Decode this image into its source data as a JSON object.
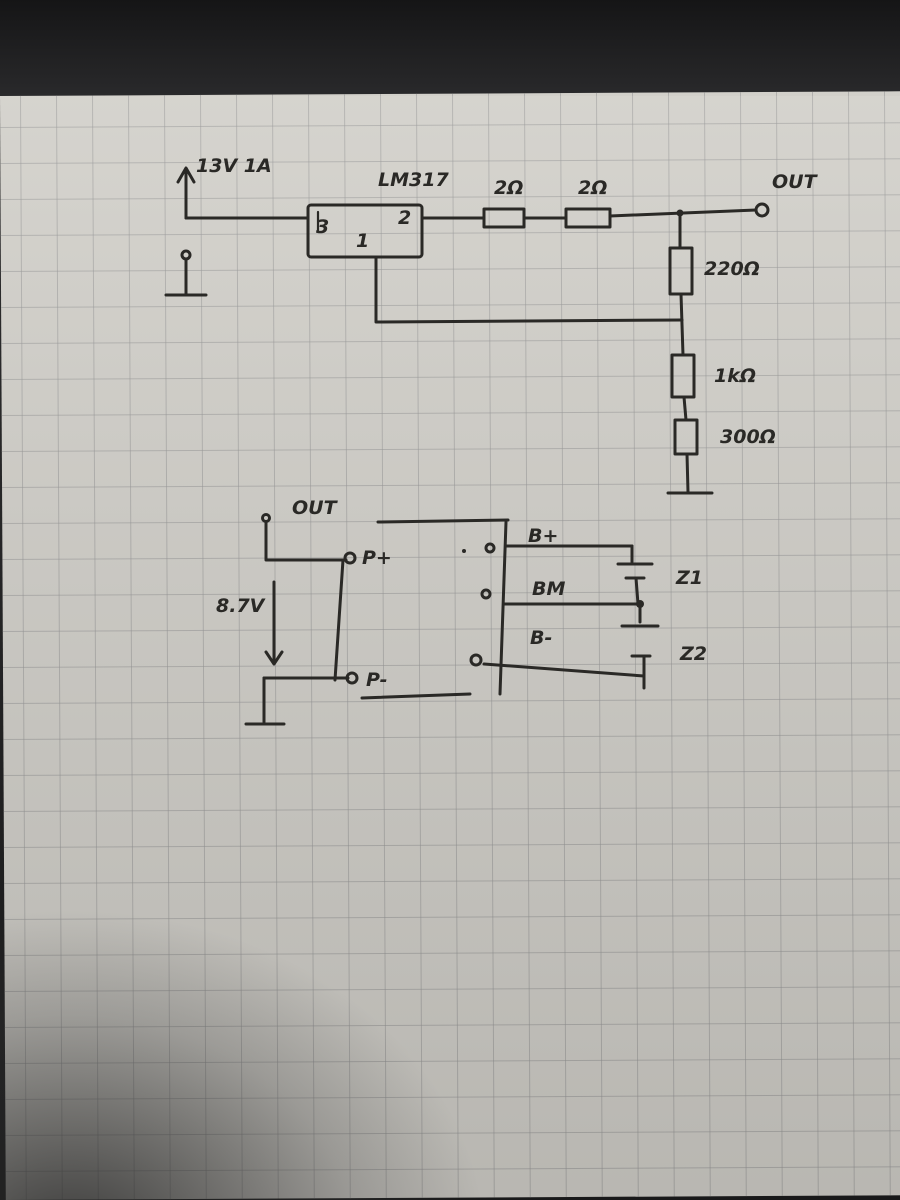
{
  "regulator_circuit": {
    "supply_label": "13V 1A",
    "ic_label": "LM317",
    "ic_pin_in": "3",
    "ic_pin_out": "2",
    "ic_pin_adj": "1",
    "r_series_1": "2Ω",
    "r_series_2": "2Ω",
    "out_label": "OUT",
    "r_upper": "220Ω",
    "r_lower_1": "1kΩ",
    "r_lower_2": "300Ω"
  },
  "battery_circuit": {
    "out_label": "OUT",
    "voltage_label": "8.7V",
    "p_plus": "P+",
    "p_minus": "P-",
    "b_plus": "B+",
    "b_mid": "BM",
    "b_minus": "B-",
    "cell_1": "Z1",
    "cell_2": "Z2"
  }
}
